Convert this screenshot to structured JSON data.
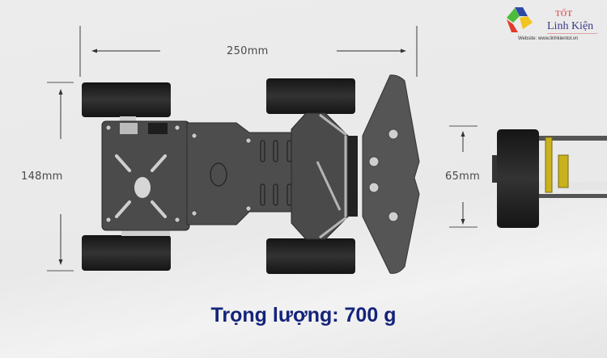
{
  "logo": {
    "brand_top": "TỐT",
    "brand_name": "Linh Kiện",
    "website": "Website: www.linhkientot.vn"
  },
  "diagram": {
    "title": "Top view and side view of robot car chassis with dimensions",
    "dimensions": {
      "length": "250mm",
      "width": "148mm",
      "height": "65mm"
    },
    "weight_caption": "Trọng lượng: 700 g"
  },
  "colors": {
    "caption": "#14237a",
    "dimension_text": "#4a4a4a",
    "chassis": "#4a4a4a",
    "tire": "#1e1e1e",
    "shaft_accent": "#c9b21c"
  }
}
